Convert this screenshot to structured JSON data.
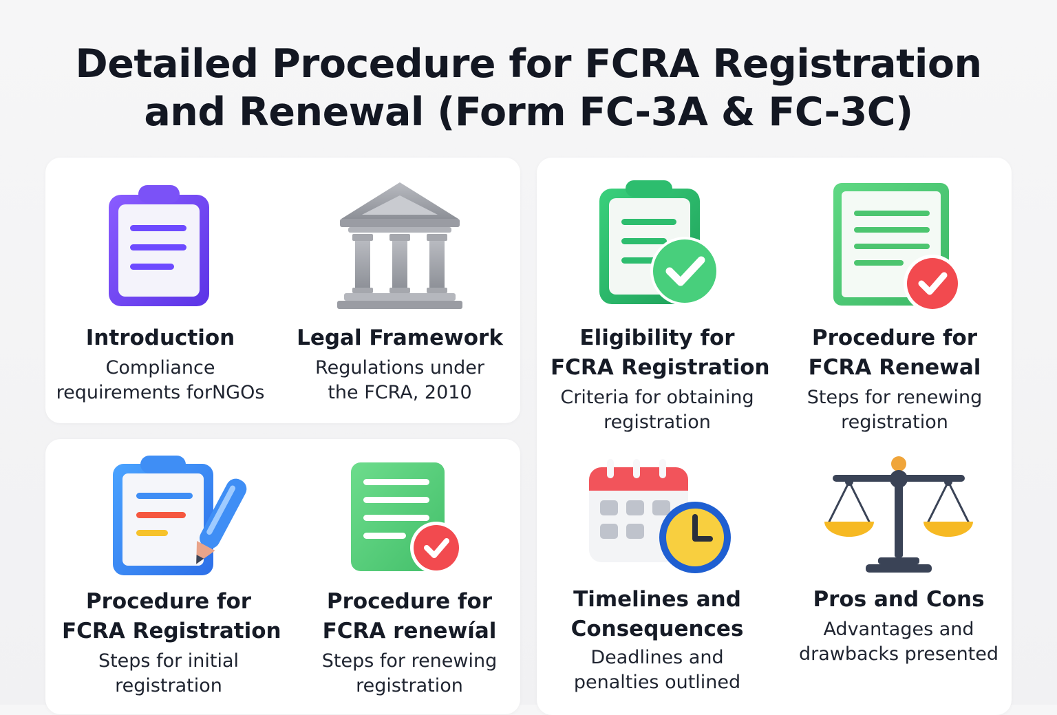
{
  "title": {
    "line1": "Detailed Procedure for FCRA Registration",
    "line2": "and Renewal (Form FC-3A & FC-3C)"
  },
  "cards": [
    {
      "icon": "clipboard-list-icon",
      "heading": [
        "Introduction"
      ],
      "desc": [
        "Compliance",
        "requirements forNGOs"
      ]
    },
    {
      "icon": "government-building-icon",
      "heading": [
        "Legal Framework"
      ],
      "desc": [
        "Regulations under",
        "the FCRA, 2010"
      ]
    },
    {
      "icon": "clipboard-check-icon",
      "heading": [
        "Eligibility for",
        "FCRA Registration"
      ],
      "desc": [
        "Criteria for obtaining",
        "registration"
      ]
    },
    {
      "icon": "document-check-icon",
      "heading": [
        "Procedure for",
        "FCRA Renewal"
      ],
      "desc": [
        "Steps for renewing",
        "registration"
      ]
    },
    {
      "icon": "clipboard-pen-icon",
      "heading": [
        "Procedure for",
        "FCRA Registration"
      ],
      "desc": [
        "Steps for initial",
        "registration"
      ]
    },
    {
      "icon": "document-check-icon",
      "heading": [
        "Procedure for",
        "FCRA renewíal"
      ],
      "desc": [
        "Steps for renewing",
        "registration"
      ]
    },
    {
      "icon": "calendar-clock-icon",
      "heading": [
        "Timelines and",
        "Consequences"
      ],
      "desc": [
        "Deadlines and",
        "penalties outlined"
      ]
    },
    {
      "icon": "balance-scale-icon",
      "heading": [
        "Pros and Cons"
      ],
      "desc": [
        "Advantages and",
        "drawbacks presented"
      ]
    }
  ],
  "colors": {
    "purple": "#6d4aff",
    "green": "#2dbd6e",
    "blue": "#3f8ef5",
    "red": "#f24a4f",
    "gold": "#f6c22b",
    "gray": "#9a9ca3",
    "navy": "#3a4356"
  }
}
